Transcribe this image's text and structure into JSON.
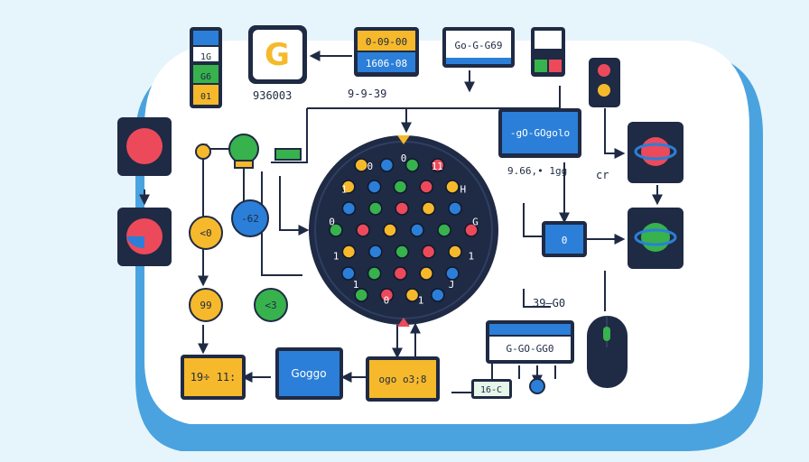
{
  "labels": {
    "logo_letter": "G",
    "left_phone_line1": "1G",
    "left_phone_line2": "G6",
    "left_phone_line3": "01",
    "num_under_logo": "936003",
    "num_under_logo2": "9-9-39",
    "top_box_line1": "0-09-00",
    "top_box_line2": "1606-08",
    "top_right_box": "Go-G-G69",
    "small_right_box": "16",
    "right_blue_box": "-gO-GOgolo",
    "right_num": "9.66,• 1gg",
    "right_small": "cr",
    "center_right_box": "0",
    "left_circle_yellow": "<0",
    "left_circle_blue": "-62",
    "left_circle_yellow2": "99",
    "left_circle_green": "<3",
    "bottom_left_box": "19÷ 11:",
    "bottom_mid_box": "Goggo",
    "bottom_center_box": "ogo o3;8",
    "bottom_right_num": "39—G0",
    "bottom_right_box": "G-GO-GG0",
    "bottom_right_small": "16-C",
    "dial_labels": [
      "0",
      "11",
      "H",
      "G",
      "1",
      "J",
      "1",
      "0",
      "1",
      "1",
      "0",
      "1",
      "0"
    ]
  },
  "colors": {
    "bg": "#e6f5fb",
    "board": "#ffffff",
    "board_edge": "#4aa3df",
    "navy": "#1f2a44",
    "blue": "#2b7fd8",
    "yellow": "#f6b92b",
    "green": "#37b24d",
    "red": "#ec4a5b",
    "light_yellow": "#f7c85b"
  }
}
